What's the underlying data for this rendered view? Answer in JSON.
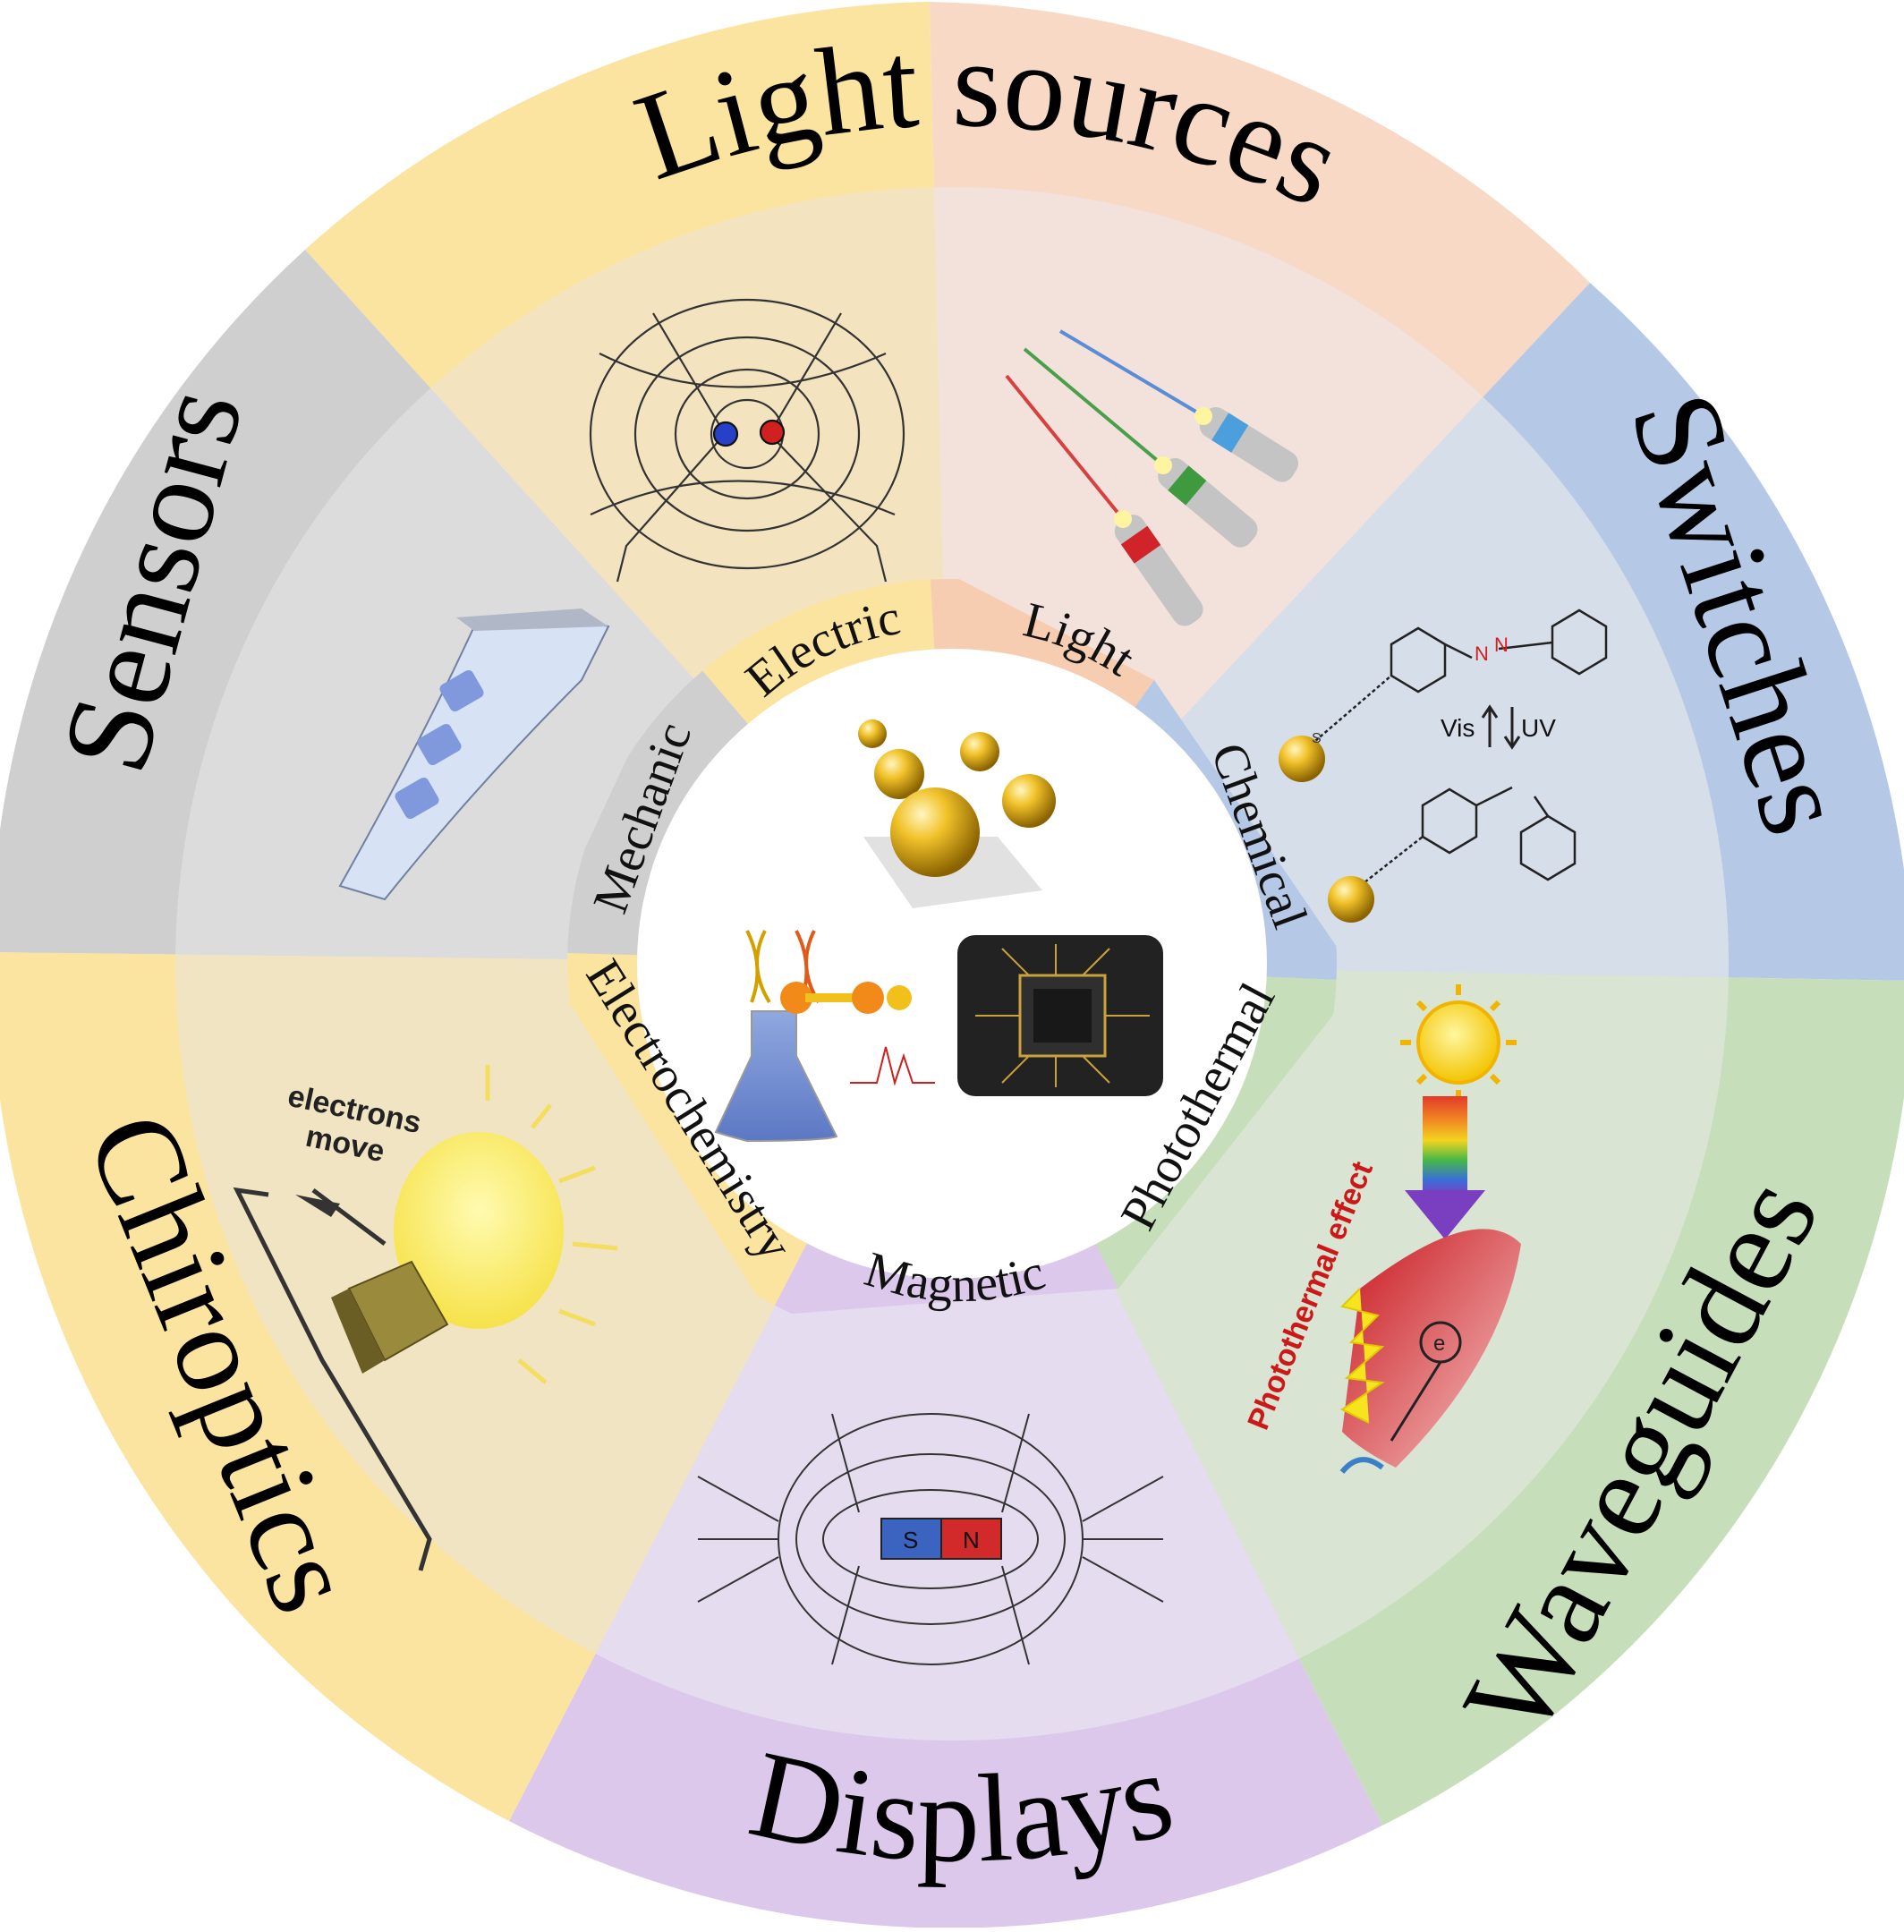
{
  "outer_ring": {
    "light_sources": "Light sources",
    "switches": "Switches",
    "waveguides": "Waveguides",
    "displays": "Displays",
    "chiroptics": "Chiroptics",
    "sensors": "Sensors"
  },
  "stimuli_ring": {
    "electric": "Electric",
    "light": "Light",
    "chemical": "Chemical",
    "photothermal": "Photothermal",
    "magnetic": "Magnetic",
    "electrochemistry": "Electrochemistry",
    "mechanic": "Mechanic"
  },
  "illustrations": {
    "switch_visible": "Vis",
    "switch_uv": "UV",
    "photothermal_effect": "Photothermal effect",
    "electron_symbol": "e",
    "electrons_move_line1": "electrons",
    "electrons_move_line2": "move",
    "magnet_s": "S",
    "magnet_n": "N",
    "azo_n1": "N",
    "azo_n2": "N",
    "thiol_s": "S"
  },
  "colors": {
    "light_sources": "#f7d9c6",
    "switches": "#b5c9e6",
    "waveguides": "#c6dfba",
    "displays": "#dcc8ea",
    "chiroptics": "#fbe3a0",
    "sensors": "#cfcfcf",
    "gold": "#e0b020"
  }
}
